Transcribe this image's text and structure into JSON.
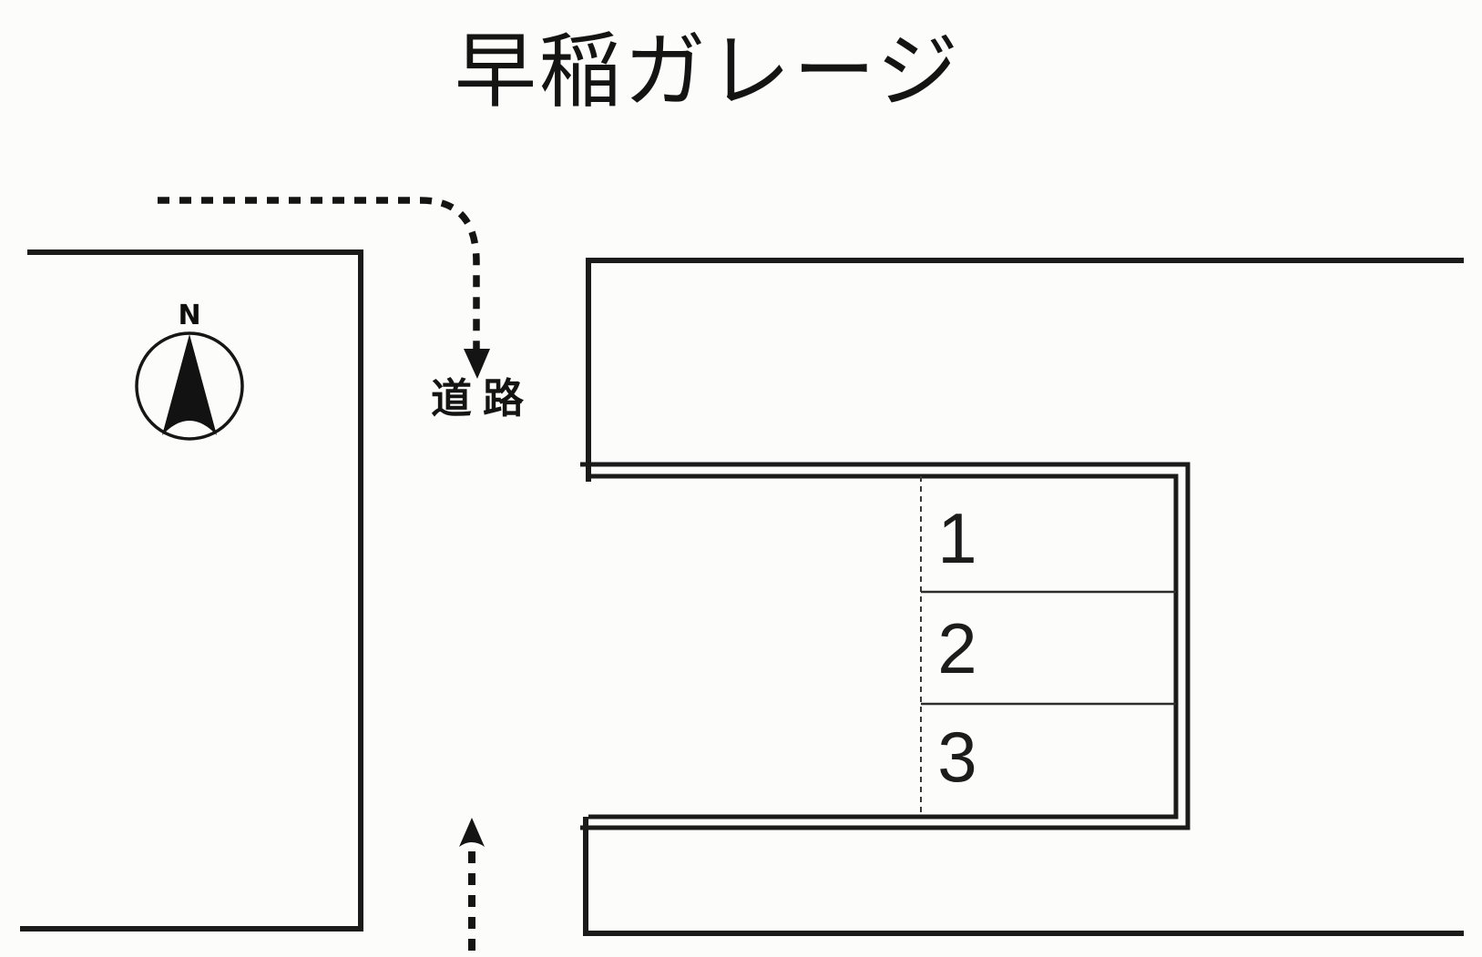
{
  "title": "早稲ガレージ",
  "compass": {
    "north_label": "N"
  },
  "road": {
    "label": "道路"
  },
  "parking": {
    "stalls": [
      {
        "number": "1"
      },
      {
        "number": "2"
      },
      {
        "number": "3"
      }
    ]
  },
  "colors": {
    "ink": "#1b1b1b",
    "thin_line": "#3a3a3a",
    "background": "#fcfcfa"
  }
}
